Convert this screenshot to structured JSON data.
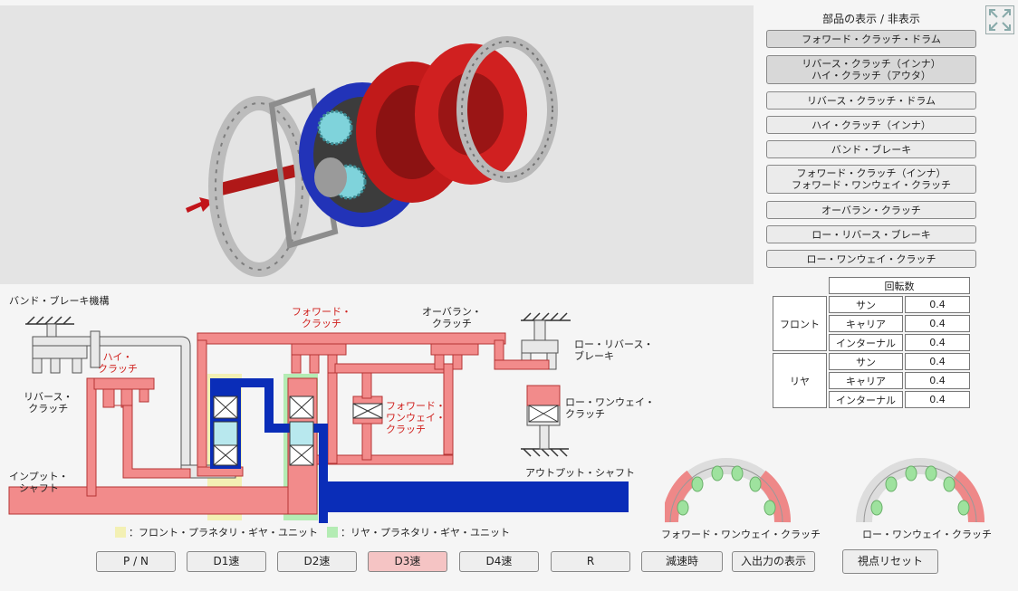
{
  "parts_panel": {
    "title": "部品の表示 / 非表示",
    "buttons": [
      {
        "line1": "フォワード・クラッチ・ドラム",
        "line2": ""
      },
      {
        "line1": "リバース・クラッチ（インナ）",
        "line2": "ハイ・クラッチ（アウタ）"
      },
      {
        "line1": "リバース・クラッチ・ドラム",
        "line2": ""
      },
      {
        "line1": "ハイ・クラッチ（インナ）",
        "line2": ""
      },
      {
        "line1": "バンド・ブレーキ",
        "line2": ""
      },
      {
        "line1": "フォワード・クラッチ（インナ）",
        "line2": "フォワード・ワンウェイ・クラッチ"
      },
      {
        "line1": "オーバラン・クラッチ",
        "line2": ""
      },
      {
        "line1": "ロー・リバース・ブレーキ",
        "line2": ""
      },
      {
        "line1": "ロー・ワンウェイ・クラッチ",
        "line2": ""
      }
    ]
  },
  "rotation": {
    "header": "回転数",
    "front": {
      "label": "フロント",
      "sun": {
        "label": "サン",
        "value": "0.4"
      },
      "carrier": {
        "label": "キャリア",
        "value": "0.4"
      },
      "internal": {
        "label": "インターナル",
        "value": "0.4"
      }
    },
    "rear": {
      "label": "リヤ",
      "sun": {
        "label": "サン",
        "value": "0.4"
      },
      "carrier": {
        "label": "キャリア",
        "value": "0.4"
      },
      "internal": {
        "label": "インターナル",
        "value": "0.4"
      }
    }
  },
  "diagram": {
    "band_brake_mechanism": "バンド・ブレーキ機構",
    "high_clutch": {
      "l1": "ハイ・",
      "l2": "クラッチ"
    },
    "reverse_clutch": {
      "l1": "リバース・",
      "l2": "クラッチ"
    },
    "forward_clutch": {
      "l1": "フォワード・",
      "l2": "クラッチ"
    },
    "overrun_clutch": {
      "l1": "オーバラン・",
      "l2": "クラッチ"
    },
    "low_reverse_brake": {
      "l1": "ロー・リバース・",
      "l2": "ブレーキ"
    },
    "forward_oneway": {
      "l1": "フォワード・",
      "l2": "ワンウェイ・",
      "l3": "クラッチ"
    },
    "low_oneway": {
      "l1": "ロー・ワンウェイ・",
      "l2": "クラッチ"
    },
    "input_shaft": {
      "l1": "インプット・",
      "l2": "シャフト"
    },
    "output_shaft": "アウトプット・シャフト",
    "legend_front": "：フロント・プラネタリ・ギヤ・ユニット",
    "legend_rear": "：リヤ・プラネタリ・ギヤ・ユニット",
    "fwd_oneway_wheel_label": "フォワード・ワンウェイ・クラッチ",
    "low_oneway_wheel_label": "ロー・ワンウェイ・クラッチ"
  },
  "gears": [
    {
      "label": "P / N",
      "active": false
    },
    {
      "label": "D1速",
      "active": false
    },
    {
      "label": "D2速",
      "active": false
    },
    {
      "label": "D3速",
      "active": true
    },
    {
      "label": "D4速",
      "active": false
    },
    {
      "label": "R",
      "active": false
    },
    {
      "label": "減速時",
      "active": false
    }
  ],
  "io_button": "入出力の表示",
  "reset_button": "視点リセット",
  "colors": {
    "red": "#f08080",
    "red_text": "#d0221f",
    "blue": "#0a2db8",
    "cyan": "#b8e8ee",
    "front_unit": "#f3f0b4",
    "rear_unit": "#b4ecb4",
    "active_button": "#f5c4c4"
  }
}
